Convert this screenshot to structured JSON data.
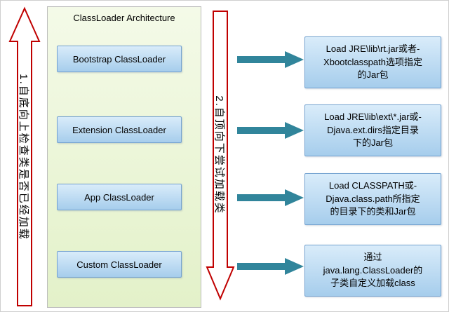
{
  "title": "ClassLoader Architecture",
  "left_arrow": {
    "label": "1.自底向上检查类是否已经加载",
    "direction": "up"
  },
  "down_arrow": {
    "label": "2.自顶向下尝试加载类",
    "direction": "down"
  },
  "loaders": [
    {
      "label": "Bootstrap ClassLoader",
      "description": "Load JRE\\lib\\rt.jar或者-\nXbootclasspath选项指定\n的Jar包"
    },
    {
      "label": "Extension ClassLoader",
      "description": "Load JRE\\lib\\ext\\*.jar或-\nDjava.ext.dirs指定目录\n下的Jar包"
    },
    {
      "label": "App ClassLoader",
      "description": "Load CLASSPATH或-\nDjava.class.path所指定\n的目录下的类和Jar包"
    },
    {
      "label": "Custom ClassLoader",
      "description": "通过\njava.lang.ClassLoader的\n子类自定义加载class"
    }
  ],
  "colors": {
    "connector_arrow": "#31859b",
    "flow_arrow_border": "#c00000",
    "box_border": "#74a2d0",
    "panel_background": "#e9f4d3"
  }
}
